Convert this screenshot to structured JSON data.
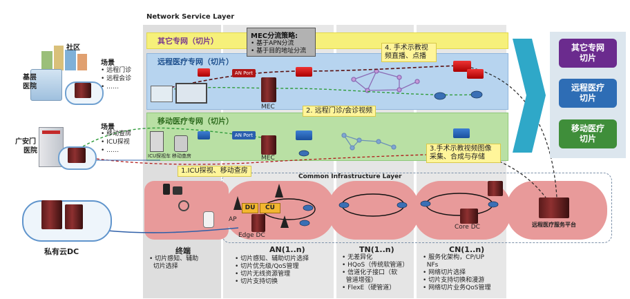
{
  "network_service_layer": "Network Service Layer",
  "common_infrastructure_layer": "Common Infrastructure Layer",
  "slices": {
    "other": "其它专网（切片）",
    "remote": "远程医疗专网（切片）",
    "mobile": "移动医疗专网（切片）"
  },
  "mec_strategy": {
    "title": "MEC分流策略:",
    "items": [
      "• 基于APN分流",
      "• 基于目的地址分流"
    ]
  },
  "notes": {
    "n1": "1.ICU探视、移动查房",
    "n2": "2. 远程门诊/会诊视频",
    "n3_line1": "3.手术示教视频图像",
    "n3_line2": "采集、合成与存储",
    "n4_line1": "4. 手术示教视",
    "n4_line2": "频直播、点播"
  },
  "left": {
    "community": "社区",
    "grassroots_line1": "基层",
    "grassroots_line2": "医院",
    "scene1_title": "场景",
    "scene1_items": "• 远程门诊\n• 远程会诊\n• ……",
    "scene2_title": "场景",
    "scene2_items": "• 移动查房\n• ICU探视\n• ……",
    "guanganmen_line1": "广安门",
    "guanganmen_line2": "医院",
    "private_cloud": "私有云DC",
    "icu_label": "ICU探视车",
    "mobile_ward": "移动查房"
  },
  "components": {
    "mec1": "MEC",
    "mec2": "MEC",
    "an_port1": "AN Port",
    "an_port2": "AN Port",
    "du": "DU",
    "cu": "CU",
    "ap": "AP",
    "edge_dc": "Edge DC",
    "core_dc": "Core DC",
    "platform": "远程医疗服务平台"
  },
  "layers": {
    "terminal_title": "终端",
    "terminal_items": "• 切片感知、辅助\n  切片选择",
    "an_title": "AN(1..n)",
    "an_items": "• 切片感知、辅助切片选择\n• 切片优先级/QoS管理\n• 切片无线资源管理\n• 切片支持切换",
    "tn_title": "TN(1..n)",
    "tn_items": "• 无差异化\n• HQoS（传统软管道）\n• 信道化子接口（软\n  管道增强）\n• FlexE（硬管道）",
    "cn_title": "CN(1..n)",
    "cn_items": "• 服务化架构，CP/UP\n  NFs\n• 网络切片选择\n• 切片支持切换和漫游\n• 网络切片业务QoS管理"
  },
  "right_buttons": [
    {
      "label": "其它专网\n切片",
      "color": "#6b2b8e"
    },
    {
      "label": "远程医疗\n切片",
      "color": "#2e6db5"
    },
    {
      "label": "移动医疗\n切片",
      "color": "#3f8e3a"
    }
  ]
}
